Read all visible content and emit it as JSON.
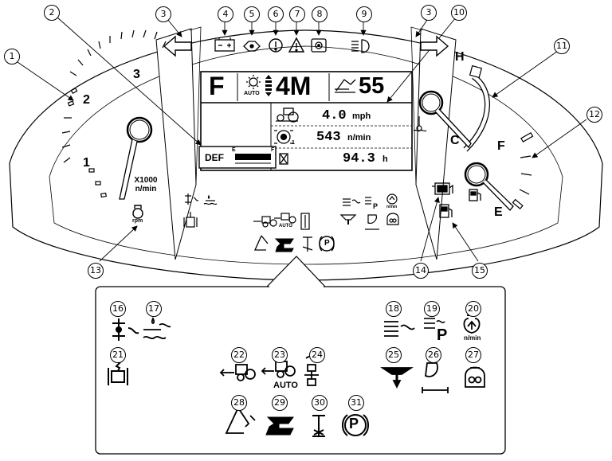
{
  "callouts": [
    "1",
    "2",
    "3",
    "3",
    "4",
    "5",
    "6",
    "7",
    "8",
    "9",
    "10",
    "11",
    "12",
    "13",
    "14",
    "15",
    "16",
    "17",
    "18",
    "19",
    "20",
    "21",
    "22",
    "23",
    "24",
    "25",
    "26",
    "27",
    "28",
    "29",
    "30",
    "31"
  ],
  "tachometer": {
    "ticks": [
      "1",
      "2",
      "3"
    ],
    "scale_line1": "X1000",
    "scale_line2": "n/min",
    "rpm_label": "rpm"
  },
  "temperature_gauge": {
    "high": "H",
    "cold": "C"
  },
  "fuel_gauge": {
    "full": "F",
    "empty": "E"
  },
  "display": {
    "shift_letter": "F",
    "auto_label": "AUTO",
    "gear": "4M",
    "speed_setting": "55",
    "speed_value": "4.0",
    "speed_unit": "mph",
    "rpm_value": "543",
    "rpm_unit": "n/min",
    "rpm_index": "1",
    "hours_value": "94.3",
    "hours_unit": "h",
    "def_label": "DEF",
    "def_empty": "E",
    "def_full": "F"
  },
  "indicator_text": {
    "parking": "P",
    "auto": "AUTO",
    "nmin": "n/min",
    "p_letter": "P"
  },
  "icons": [
    "turn-left-arrow",
    "turn-right-arrow",
    "battery-charge-icon",
    "oil-pressure-icon",
    "master-warning-icon",
    "master-system-warning-icon",
    "transmission-warning-icon",
    "headlight-icon",
    "engine-coolant-temp-icon",
    "engine-warning-icon",
    "fuel-icon",
    "rpm-icon",
    "exhaust-filter-cleaning-icon",
    "water-in-fuel-icon",
    "dpf-regeneration-icon",
    "parking-regeneration-icon",
    "engine-rpm-up-icon",
    "3-point-hitch-icon",
    "pto-icon",
    "pto-auto-icon",
    "four-wheel-drive-icon",
    "air-filter-icon",
    "creep-icon",
    "glow-plug-icon",
    "seat-belt-icon",
    "hydraulic-shuttle-icon",
    "differential-lock-icon",
    "parking-brake-icon"
  ]
}
